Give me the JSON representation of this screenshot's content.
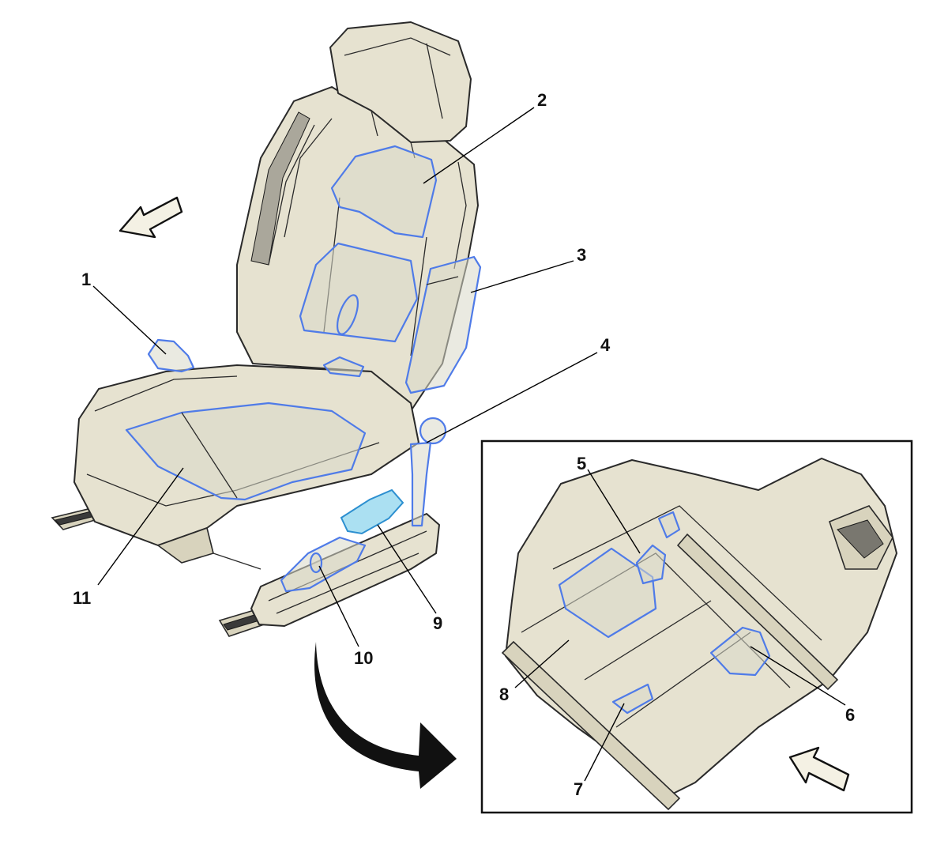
{
  "diagram": {
    "colors": {
      "seat_fill": "#e6e2d0",
      "highlight_blue": "#4f7be8",
      "highlight_cyan": "#8fd6ee",
      "outline": "#2a2a2a"
    },
    "callouts": [
      {
        "id": "1",
        "label": "1"
      },
      {
        "id": "2",
        "label": "2"
      },
      {
        "id": "3",
        "label": "3"
      },
      {
        "id": "4",
        "label": "4"
      },
      {
        "id": "5",
        "label": "5"
      },
      {
        "id": "6",
        "label": "6"
      },
      {
        "id": "7",
        "label": "7"
      },
      {
        "id": "8",
        "label": "8"
      },
      {
        "id": "9",
        "label": "9"
      },
      {
        "id": "10",
        "label": "10"
      },
      {
        "id": "11",
        "label": "11"
      }
    ],
    "icons": [
      "direction-arrow-icon",
      "rotate-view-arrow-icon",
      "direction-arrow-icon"
    ]
  }
}
